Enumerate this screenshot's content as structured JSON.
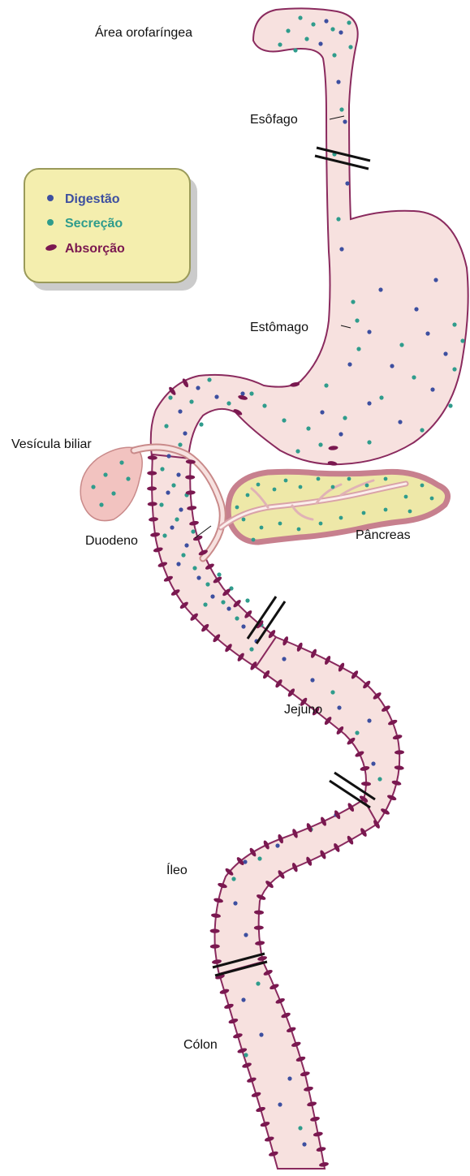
{
  "labels": {
    "orofaringea": "Área orofaríngea",
    "esofago": "Esôfago",
    "estomago": "Estômago",
    "vesicula": "Vesícula biliar",
    "duodeno": "Duodeno",
    "pancreas": "Pâncreas",
    "jejuno": "Jejuno",
    "ileo": "Íleo",
    "colon": "Cólon"
  },
  "legend": {
    "digestao": "Digestão",
    "secrecao": "Secreção",
    "absorcao": "Absorção"
  },
  "colors": {
    "tract_fill": "#f7e1df",
    "tract_stroke": "#8a2a5e",
    "digestion_dot": "#3d4fa0",
    "secretion_dot": "#2f9c8c",
    "absorption_mark": "#7a1850",
    "gallbladder_fill": "#f2c3c0",
    "pancreas_fill": "#eee8a8",
    "pancreas_edge": "#c7808e",
    "legend_fill": "#f4eeae",
    "legend_stroke": "#9a9a5a"
  }
}
